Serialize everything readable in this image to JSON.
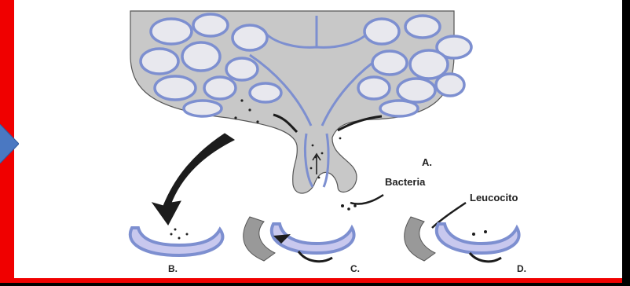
{
  "labels": {
    "a": "A.",
    "b": "B.",
    "c": "C.",
    "d": "D.",
    "bacteria": "Bacteria",
    "leucocyte": "Leucocito"
  },
  "colors": {
    "frame_red": "#f00000",
    "gland_fill": "#c8c8c8",
    "epithelium": "#7d8fd0",
    "nav_arrow": "#4a78c2",
    "dark_arrow": "#1c1c1c"
  },
  "icons": {
    "nav": "chevron-right-icon"
  }
}
